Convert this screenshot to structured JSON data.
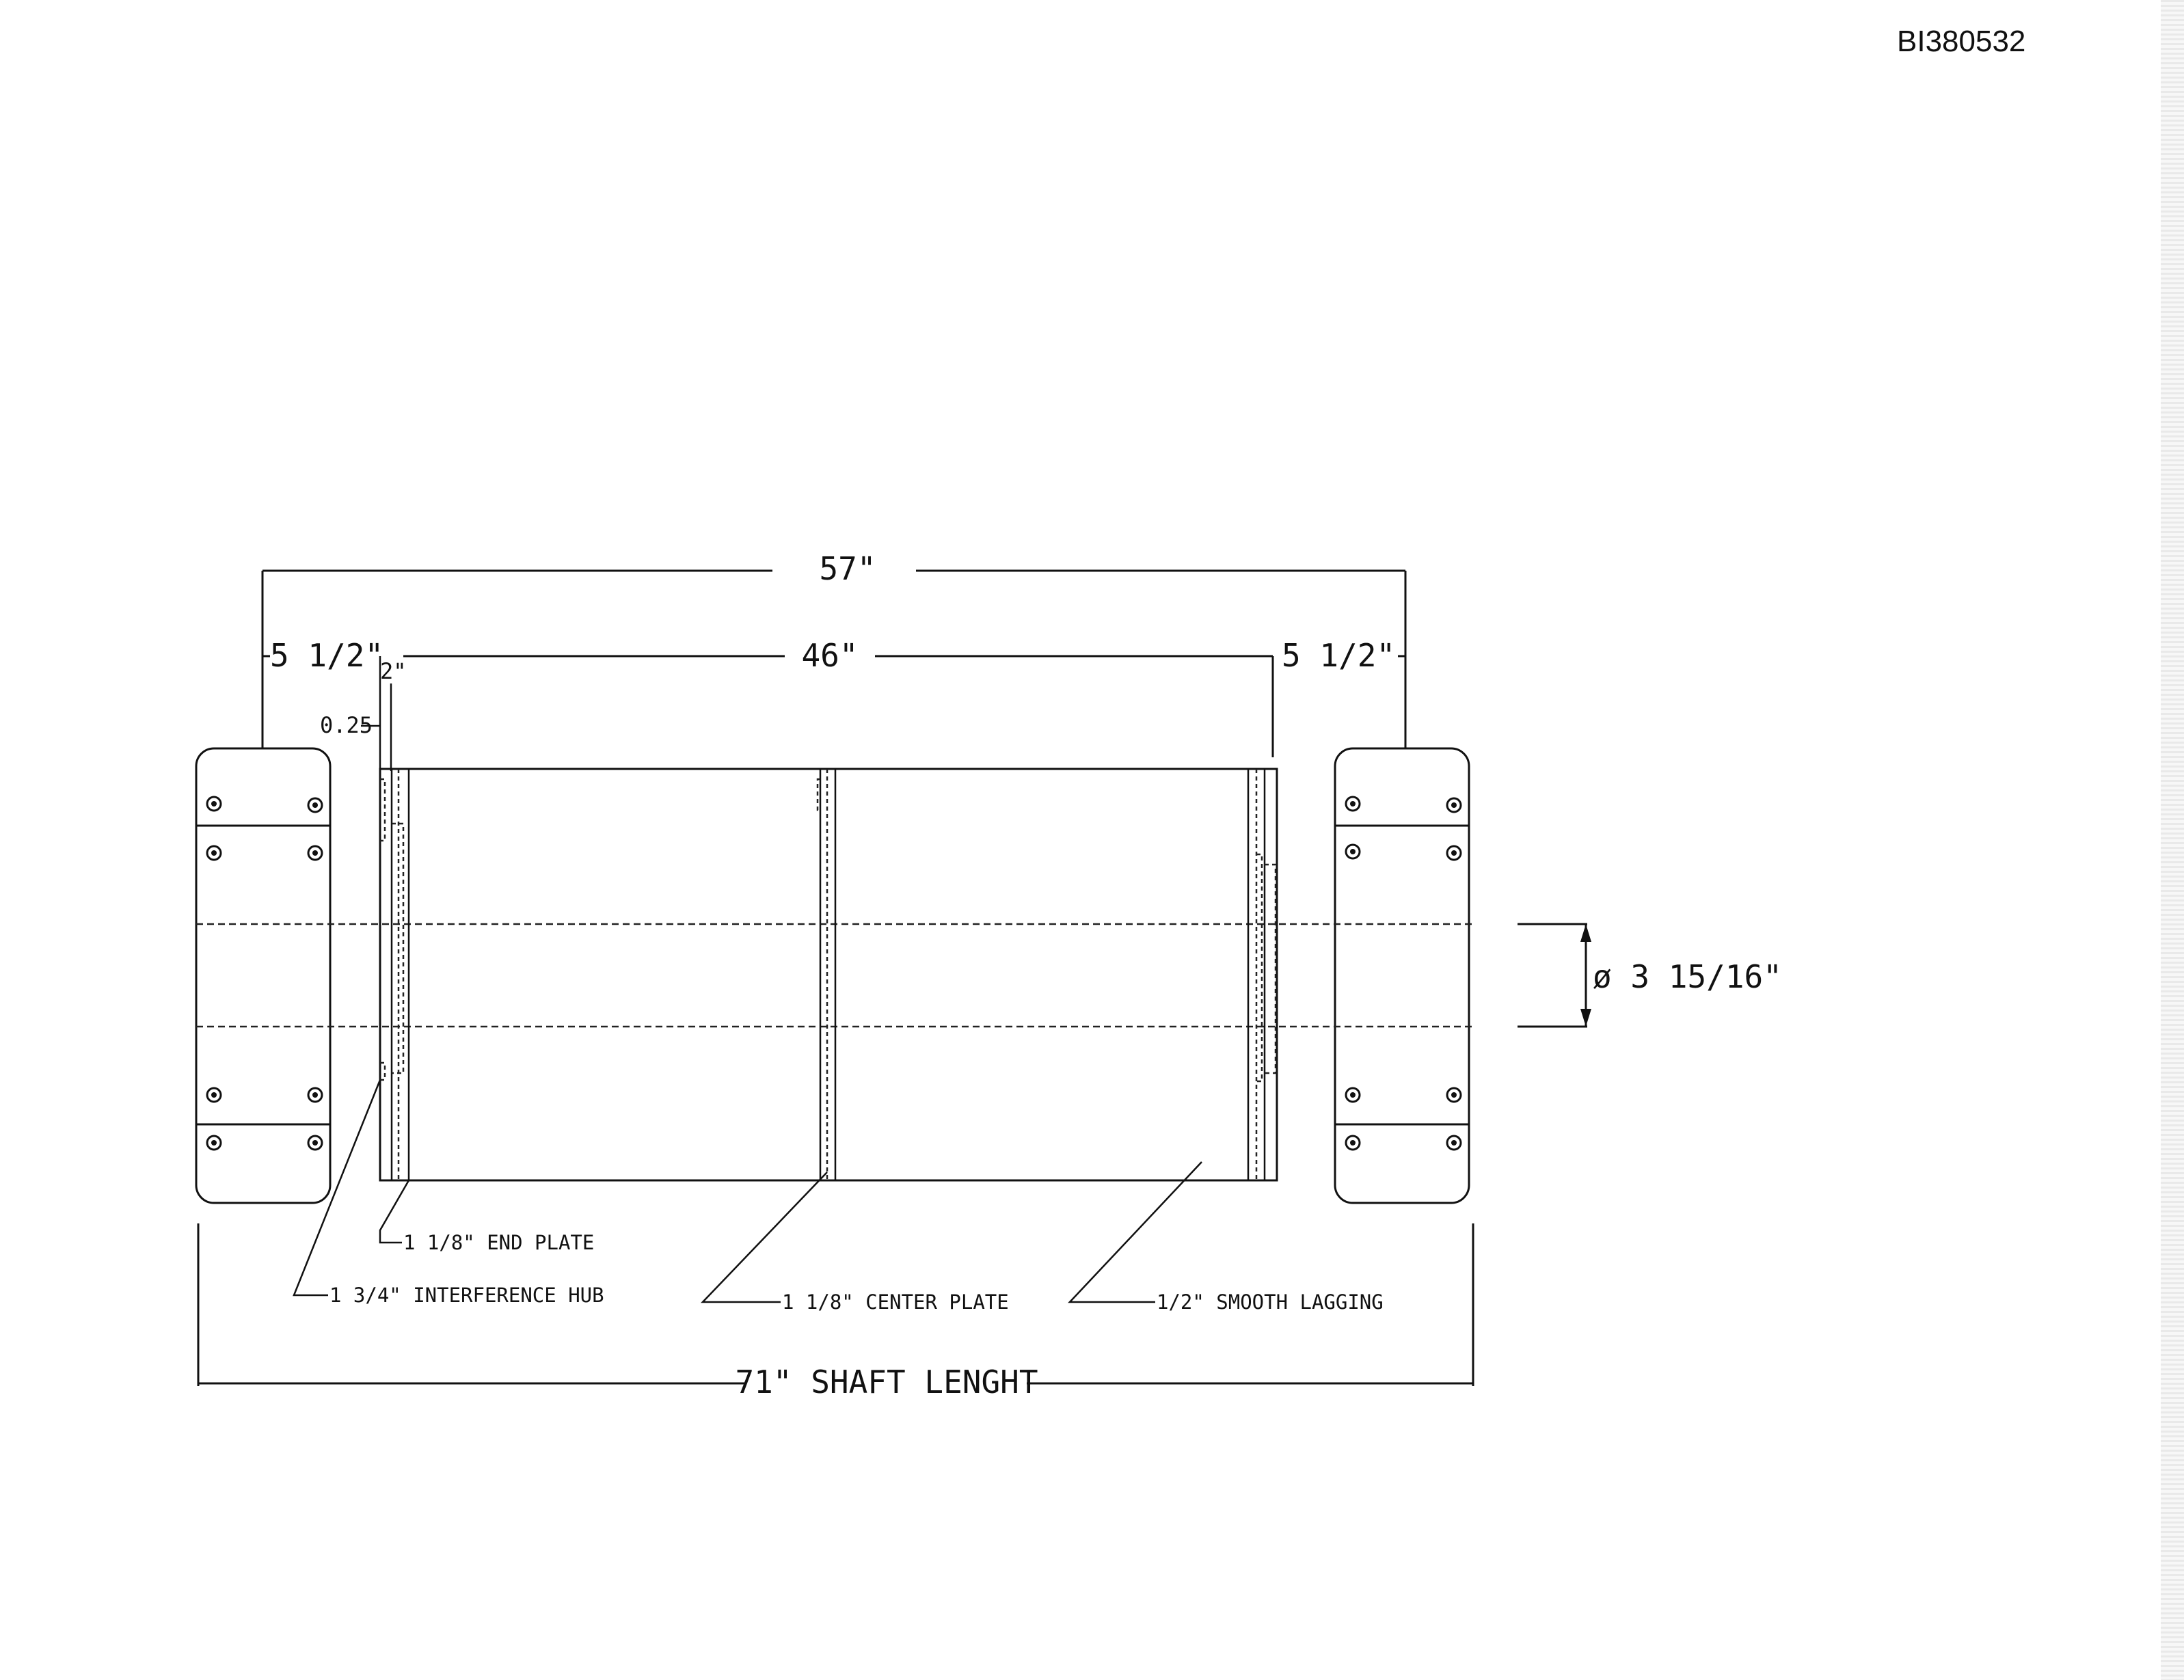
{
  "doc_id": "BI380532",
  "dimensions": {
    "overall_width": "57\"",
    "face_width": "46\"",
    "left_offset": "5 1/2\"",
    "right_offset": "5 1/2\"",
    "end_plate_offset": "2\"",
    "lagging_thickness": "0.25",
    "shaft_diameter": "ø 3 15/16\"",
    "shaft_length": "71\" SHAFT LENGHT"
  },
  "callouts": {
    "end_plate": "1 1/8\" END PLATE",
    "interference_hub": "1 3/4\" INTERFERENCE HUB",
    "center_plate": "1 1/8\" CENTER PLATE",
    "smooth_lagging": "1/2\" SMOOTH LAGGING"
  },
  "colors": {
    "ink": "#111111",
    "paper": "#ffffff"
  }
}
